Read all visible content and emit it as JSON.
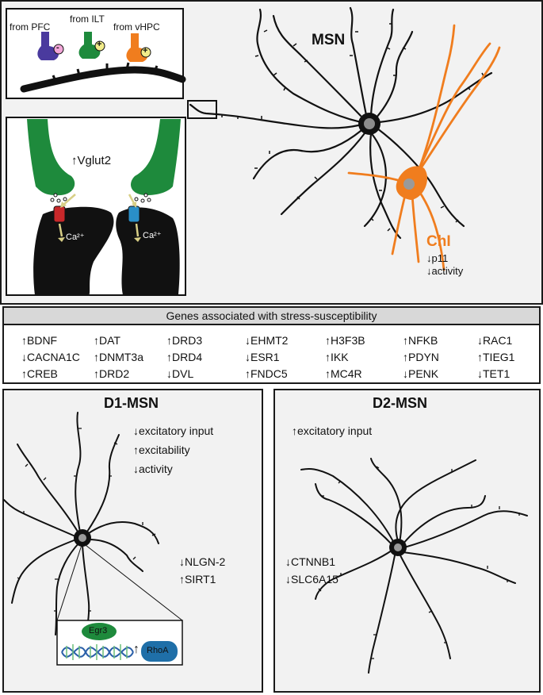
{
  "inset_top": {
    "from_pfc": "from PFC",
    "from_ilt": "from ILT",
    "from_vhpc": "from vHPC",
    "minus": "-",
    "plus": "+"
  },
  "inset_synapse": {
    "vglut2": "↑Vglut2",
    "ca_left": "Ca²⁺",
    "ca_right": "Ca²⁺"
  },
  "top_panel": {
    "msn_label": "MSN",
    "chi_label": "ChI",
    "chi_p11": "↓p11",
    "chi_activity": "↓activity"
  },
  "genes": {
    "title": "Genes associated with stress-susceptibility",
    "columns": [
      [
        "↑BDNF",
        "↓CACNA1C",
        "↑CREB"
      ],
      [
        "↑DAT",
        "↑DNMT3a",
        "↑DRD2"
      ],
      [
        "↑DRD3",
        "↑DRD4",
        "↓DVL"
      ],
      [
        "↓EHMT2",
        "↓ESR1",
        "↑FNDC5"
      ],
      [
        "↑H3F3B",
        "↑IKK",
        "↑MC4R"
      ],
      [
        "↑NFKB",
        "↑PDYN",
        "↓PENK"
      ],
      [
        "↓RAC1",
        "↑TIEG1",
        "↓TET1"
      ]
    ]
  },
  "d1": {
    "title": "D1-MSN",
    "effects": [
      "↓excitatory input",
      "↑excitability",
      "↓activity"
    ],
    "genes": [
      "↓NLGN-2",
      "↑SIRT1"
    ],
    "egr3": "Egr3",
    "arrow_up": "↑",
    "rhoa": "RhoA"
  },
  "d2": {
    "title": "D2-MSN",
    "effects": [
      "↑excitatory input"
    ],
    "genes": [
      "↓CTNNB1",
      "↓SLC6A15"
    ]
  },
  "colors": {
    "pfc": "#4a3a9e",
    "ilt": "#1e8a3c",
    "vhpc": "#f07d1e",
    "chi": "#f07d1e",
    "minus_badge": "#f2a6d8",
    "plus_badge": "#f2ec8a",
    "receptor_red": "#c8282a",
    "receptor_blue": "#2a8fc8",
    "egr3": "#1e8a3c",
    "rhoa": "#1f6fa8"
  }
}
